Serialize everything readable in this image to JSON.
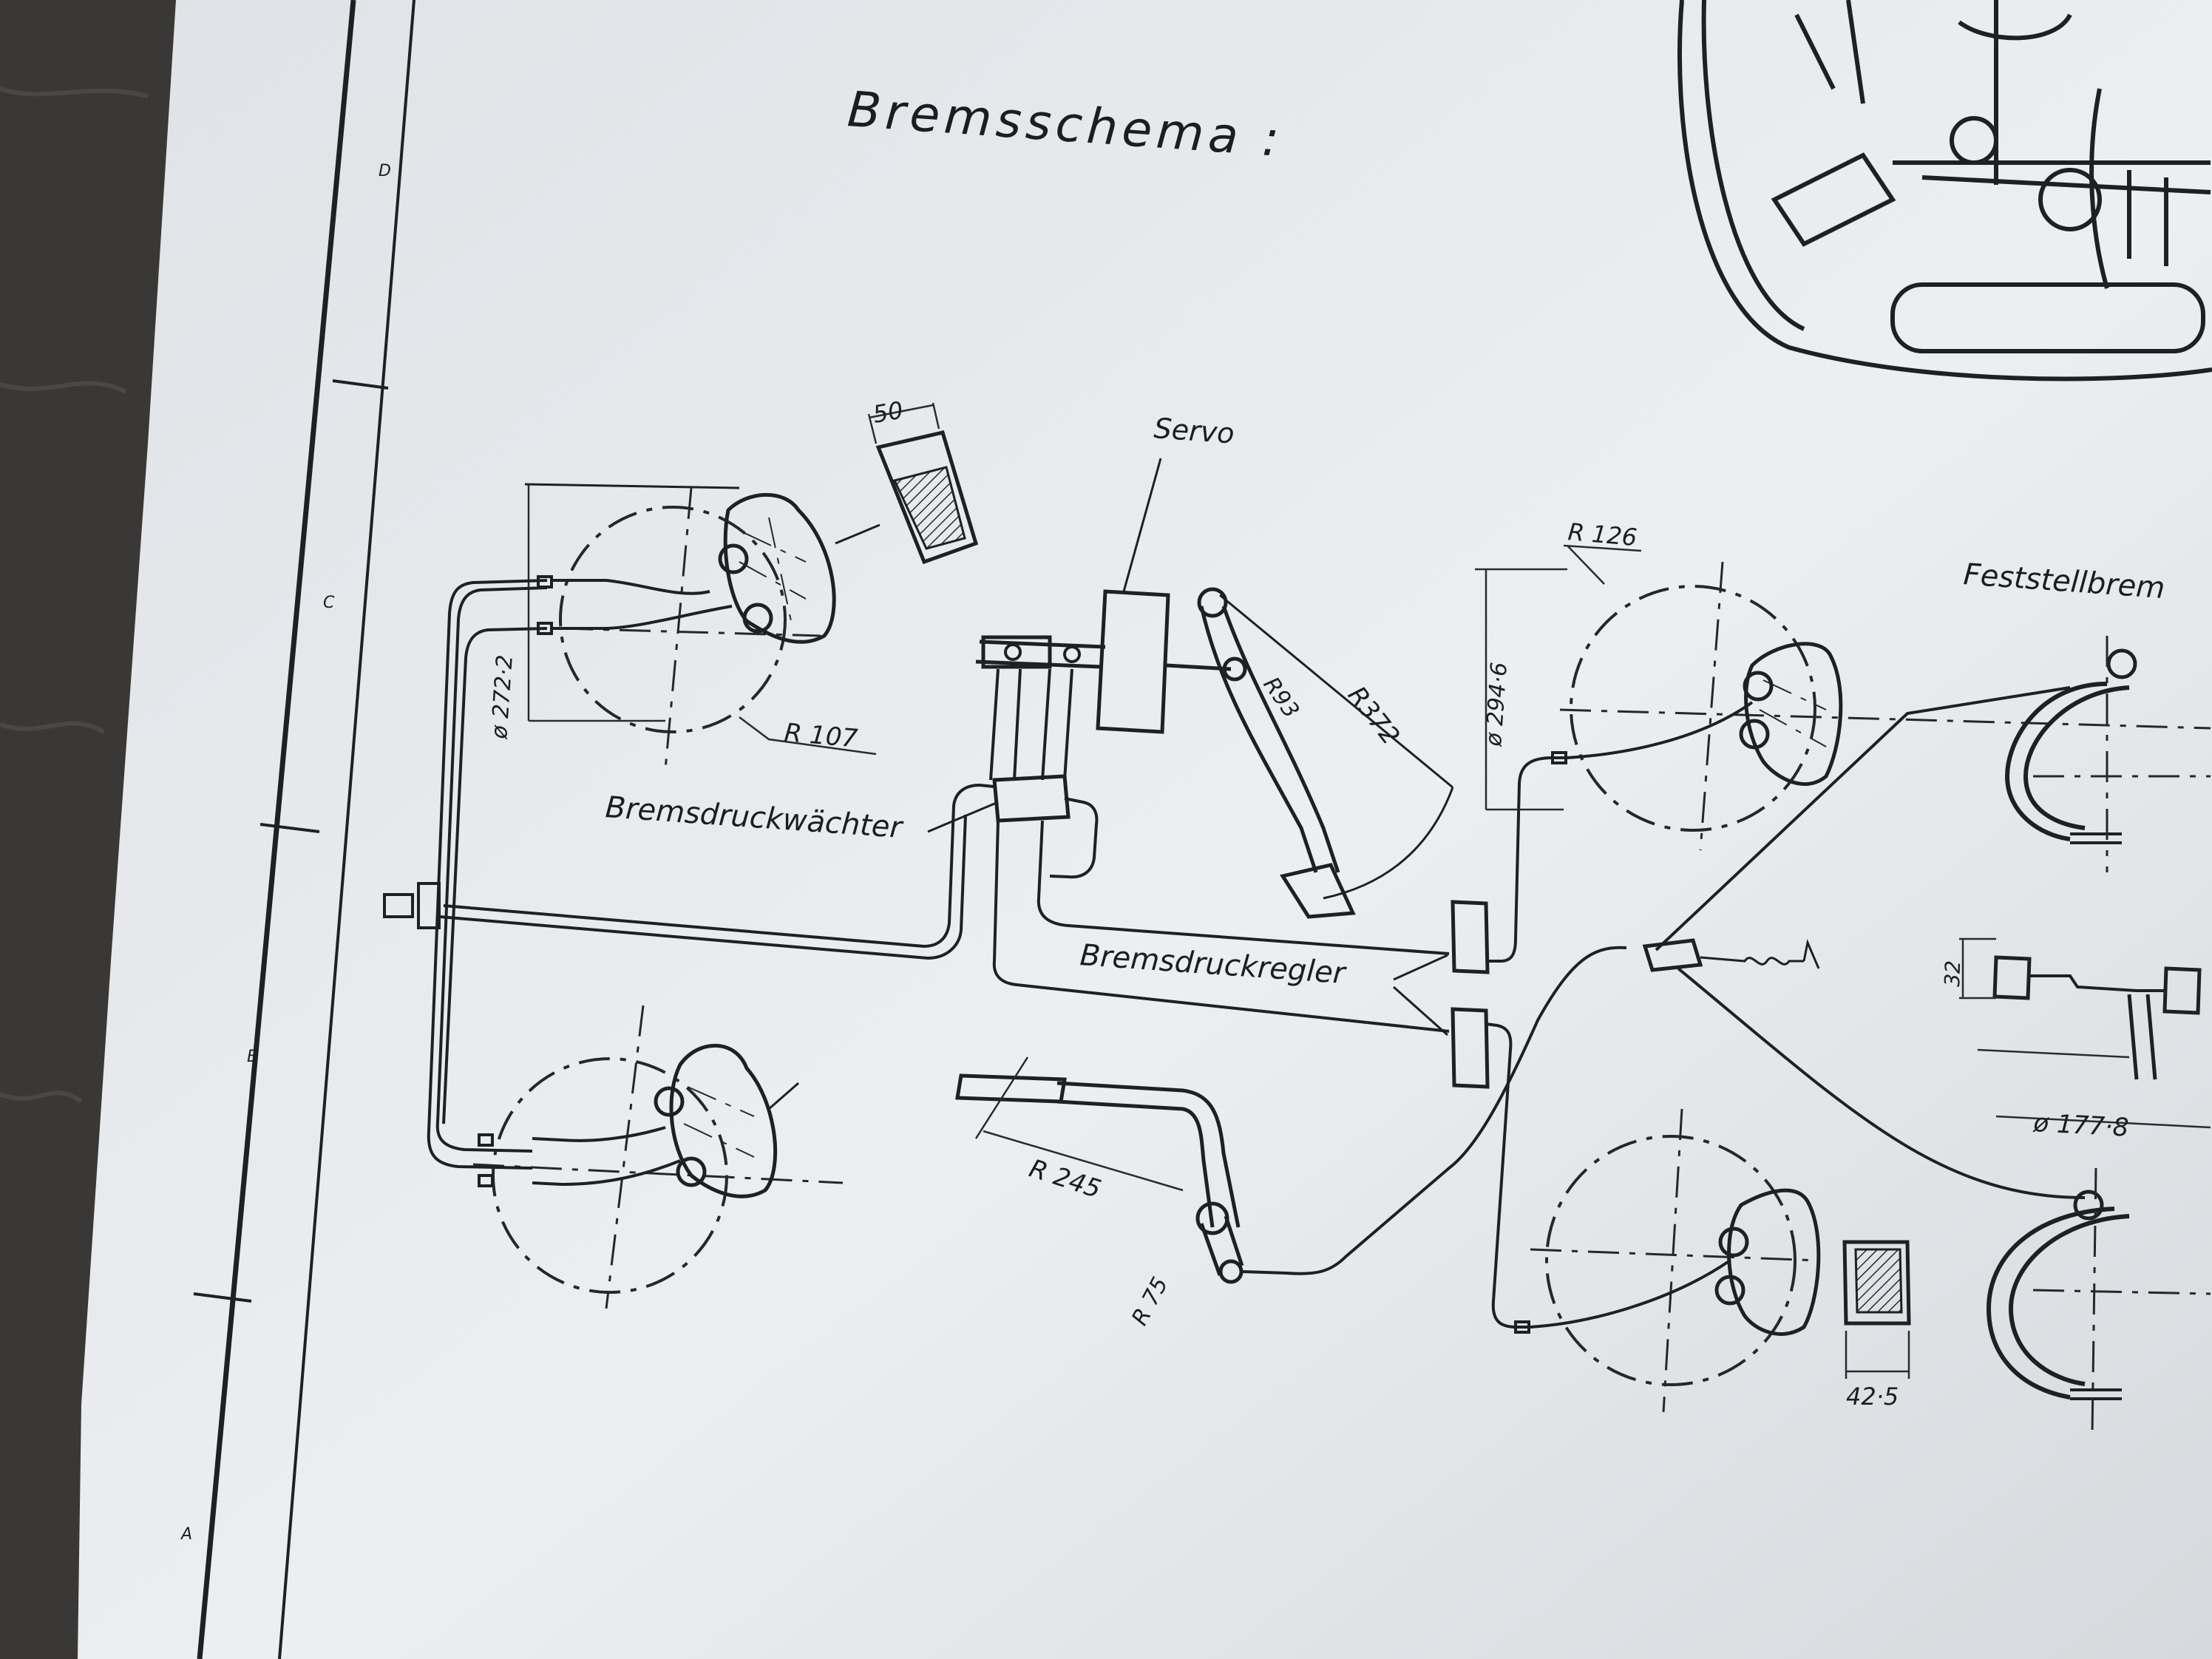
{
  "title": "Bremsschema :",
  "labels": {
    "servo": "Servo",
    "pressure_monitor": "Bremsdruckwächter",
    "pressure_regulator": "Bremsdruckregler",
    "parking_brake": "Feststellbrem"
  },
  "dimensions": {
    "pad_front_width": "50",
    "front_disc_diameter": "ø 272·2",
    "front_disc_radius": "R 107",
    "pedal_radius_small": "R93",
    "pedal_radius_large": "R372",
    "rear_disc_radius": "R 126",
    "rear_disc_diameter": "ø 294·6",
    "handbrake_radius": "R 245",
    "handbrake_pivot_radius": "R 75",
    "pad_rear_width": "42·5",
    "drum_shoe_dim": "32",
    "drum_diameter": "ø 177·8"
  },
  "border_zones": [
    "D",
    "C",
    "B",
    "A"
  ],
  "colors": {
    "paper": "#e9ebee",
    "ink": "#1f2022",
    "table": "#3a3836"
  }
}
